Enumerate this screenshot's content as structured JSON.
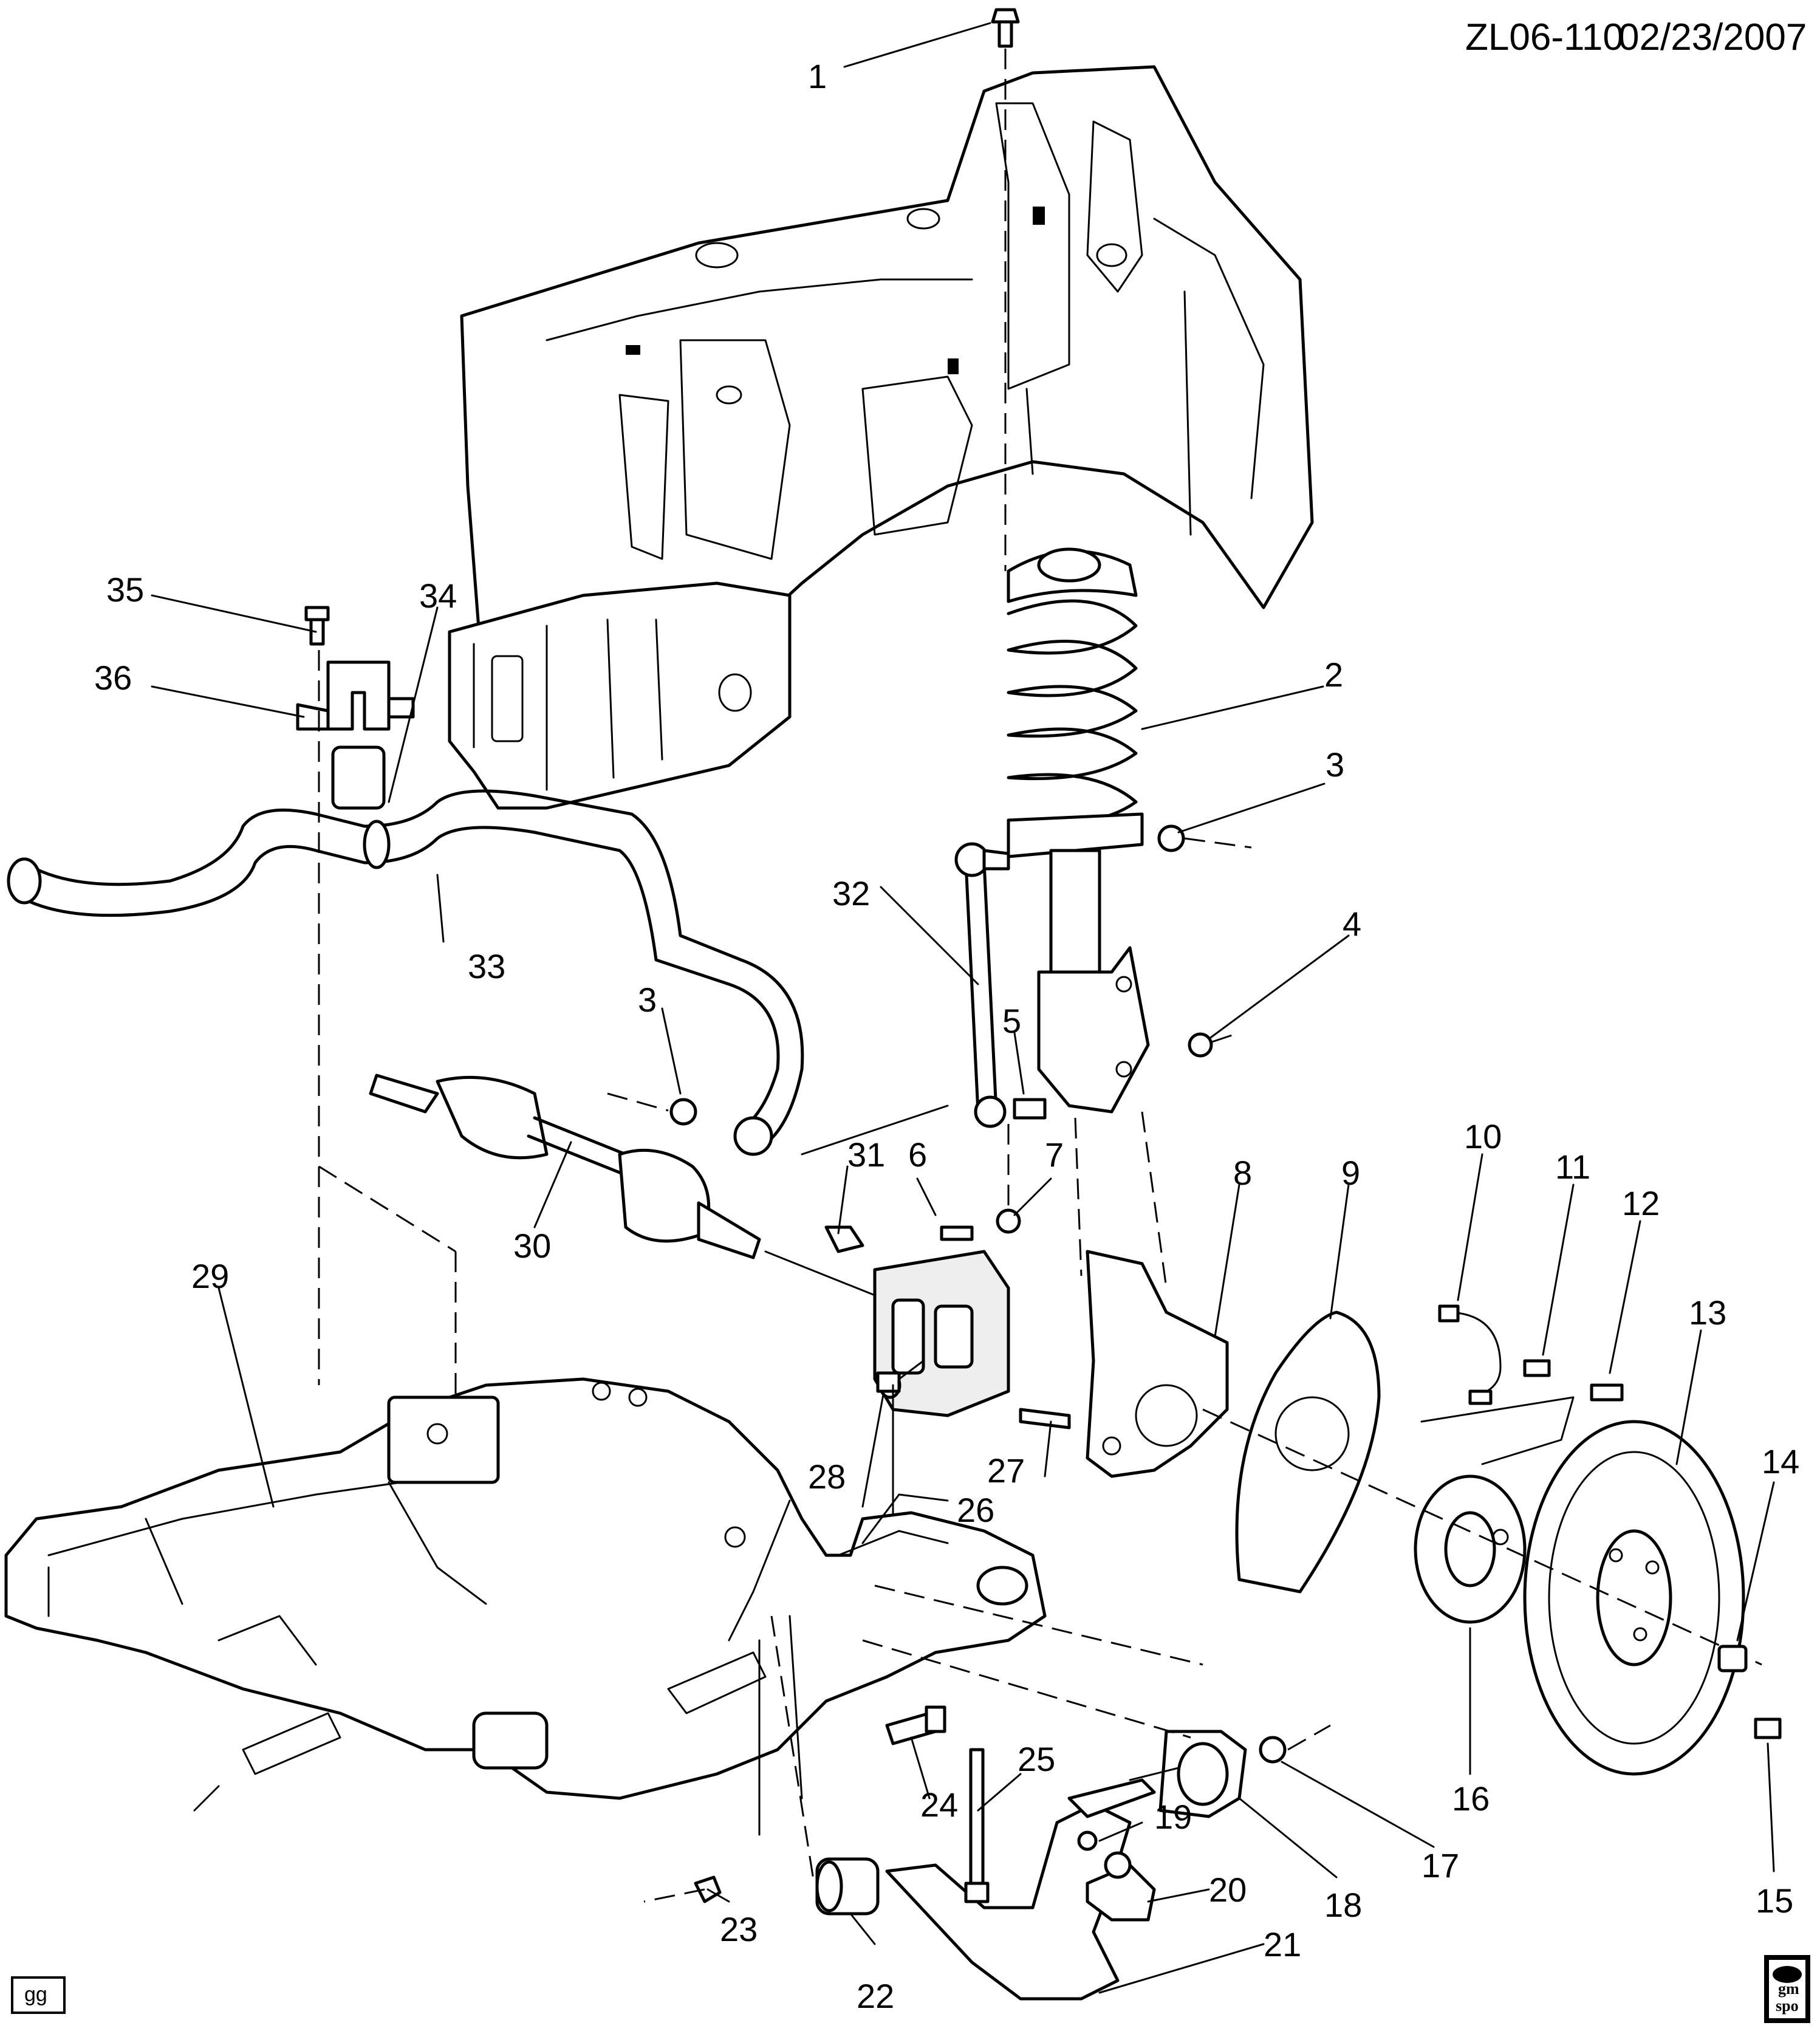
{
  "header": {
    "diagram_code": "ZL06-110",
    "date": "02/23/2007"
  },
  "callouts": [
    "1",
    "2",
    "3",
    "3",
    "4",
    "5",
    "6",
    "7",
    "8",
    "9",
    "10",
    "11",
    "12",
    "13",
    "14",
    "15",
    "16",
    "17",
    "18",
    "19",
    "20",
    "21",
    "22",
    "23",
    "24",
    "25",
    "26",
    "27",
    "28",
    "29",
    "30",
    "31",
    "32",
    "33",
    "34",
    "35",
    "36"
  ],
  "footer": {
    "illustrator_tag": "gg",
    "logo_line1": "gm",
    "logo_line2": "spo"
  }
}
